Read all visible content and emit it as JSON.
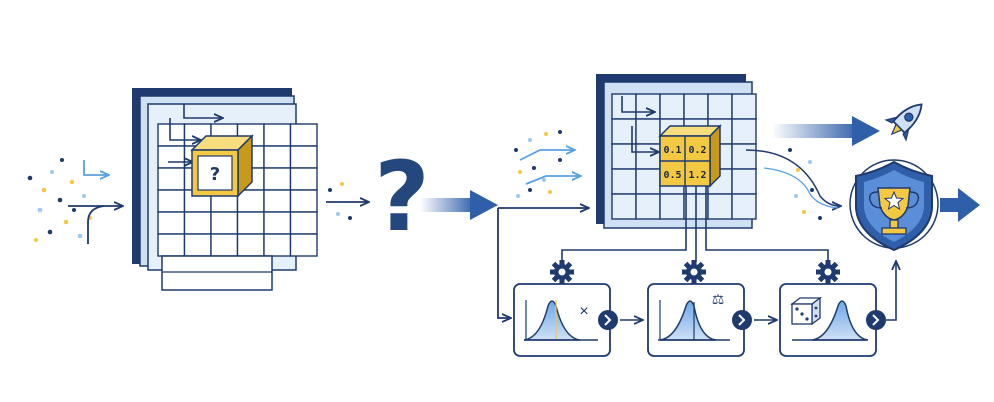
{
  "diagram": {
    "colors": {
      "navy": "#1f3a6e",
      "blue": "#2f5fa8",
      "light_blue": "#cfe0f5",
      "pale_blue": "#e6f0fb",
      "gold": "#f3c843",
      "gold_dark": "#c99a1a",
      "accent_light": "#9ccaf0"
    },
    "left_block": {
      "cube_label": "?",
      "icon": "question-cube-icon"
    },
    "middle": {
      "question_label": "?",
      "icon": "big-question-icon"
    },
    "right_block": {
      "cube_values": [
        "0.1",
        "0.2",
        "0.5",
        "1.2"
      ],
      "icon": "value-cube-icon"
    },
    "pipeline": [
      {
        "icon": "gear-icon",
        "symbol": "×",
        "symbol_icon": "cross-icon",
        "next_icon": "chevron-right-icon"
      },
      {
        "icon": "gear-icon",
        "symbol": "⚖",
        "symbol_icon": "scale-icon",
        "next_icon": "chevron-right-icon"
      },
      {
        "icon": "gear-icon",
        "symbol": "",
        "symbol_icon": "dice-icon",
        "next_icon": "chevron-right-icon"
      }
    ],
    "outputs": {
      "rocket_icon": "rocket-icon",
      "trophy_icon": "trophy-shield-icon",
      "star_icon": "star-icon"
    }
  }
}
